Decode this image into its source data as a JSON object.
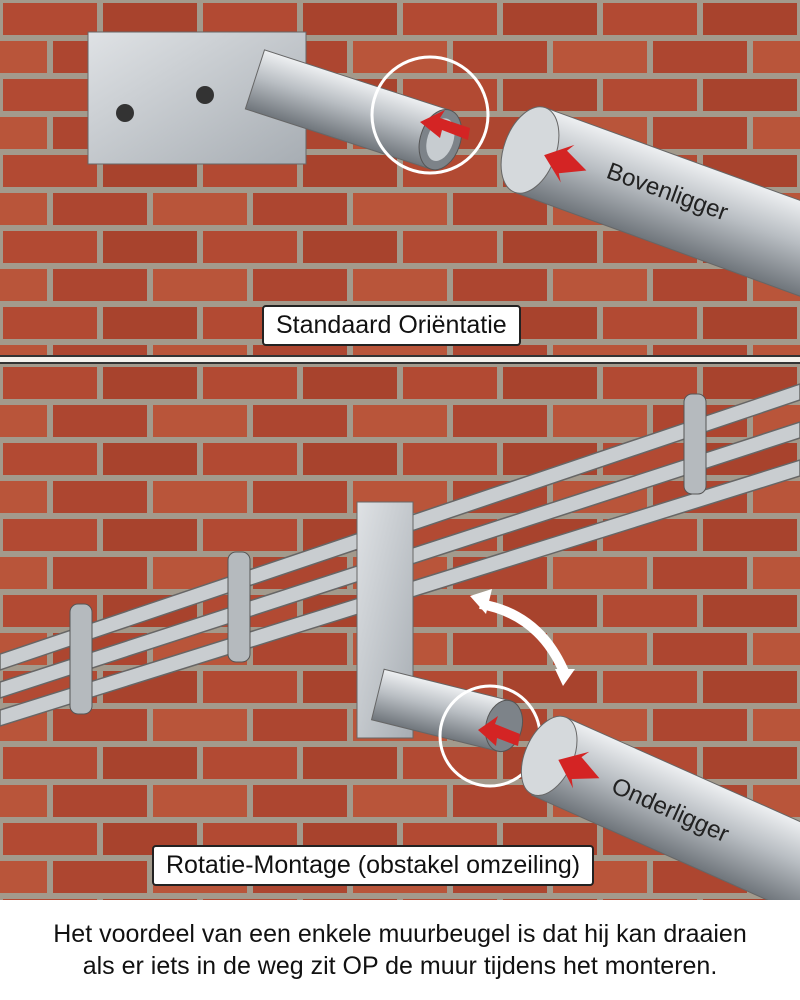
{
  "top_panel": {
    "label": "Standaard Oriëntatie",
    "pipe_text": "Bovenligger"
  },
  "bottom_panel": {
    "label": "Rotatie-Montage (obstakel omzeiling)",
    "pipe_text": "Onderligger"
  },
  "caption": {
    "line1": "Het voordeel van een enkele muurbeugel is dat hij kan draaien",
    "line2": "als er iets in de weg zit OP de muur tijdens het monteren."
  },
  "colors": {
    "brick": "#b24a33",
    "mortar": "#a39a8c",
    "steel": "#b9bec3",
    "arrow": "#d42424"
  }
}
